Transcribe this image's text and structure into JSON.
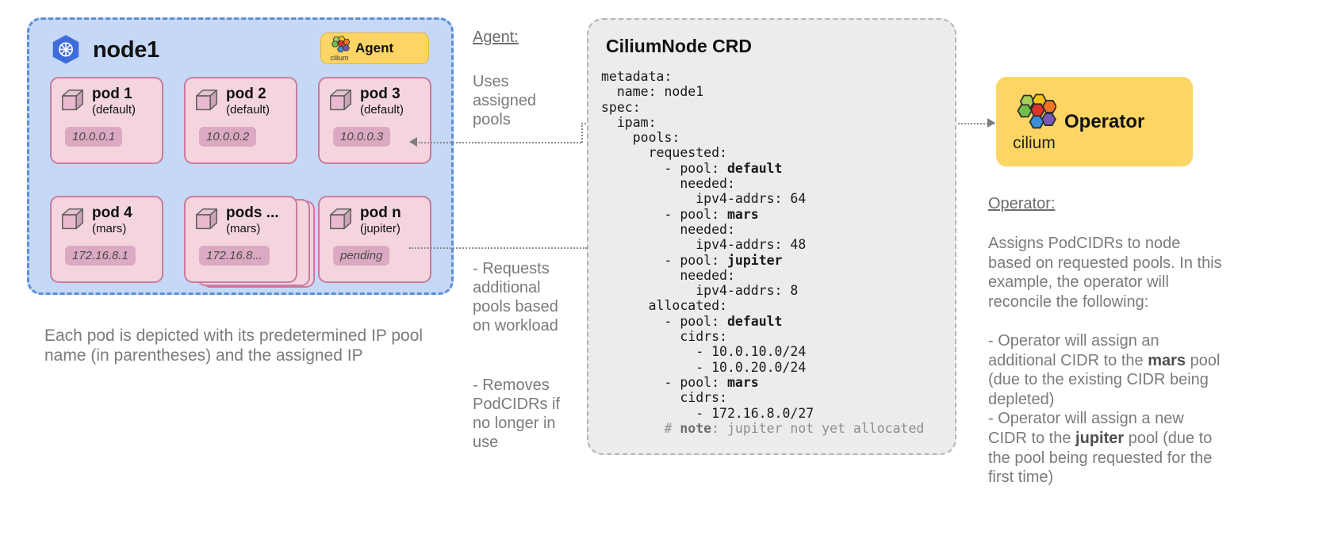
{
  "node": {
    "title": "node1",
    "icon": "kubernetes-icon",
    "agent": {
      "label": "Agent",
      "brand": "cilium"
    },
    "pods": [
      {
        "name": "pod 1",
        "pool": "(default)",
        "ip": "10.0.0.1",
        "stacked": false
      },
      {
        "name": "pod 2",
        "pool": "(default)",
        "ip": "10.0.0.2",
        "stacked": false
      },
      {
        "name": "pod 3",
        "pool": "(default)",
        "ip": "10.0.0.3",
        "stacked": false
      },
      {
        "name": "pod 4",
        "pool": "(mars)",
        "ip": "172.16.8.1",
        "stacked": false
      },
      {
        "name": "pods ...",
        "pool": "(mars)",
        "ip": "172.16.8...",
        "stacked": true
      },
      {
        "name": "pod n",
        "pool": "(jupiter)",
        "ip": "pending",
        "stacked": false
      }
    ],
    "caption": "Each pod is depicted with its predetermined IP pool name (in parentheses) and the assigned IP"
  },
  "agent_notes": {
    "heading": "Agent:",
    "uses": "Uses assigned pools",
    "requests": "- Requests additional pools based on workload",
    "removes": "- Removes PodCIDRs if no longer in use"
  },
  "crd": {
    "title": "CiliumNode CRD",
    "yaml_lines": [
      {
        "text": "metadata:"
      },
      {
        "text": "  name: node1"
      },
      {
        "text": "spec:"
      },
      {
        "text": "  ipam:"
      },
      {
        "text": "    pools:"
      },
      {
        "text": "      requested:"
      },
      {
        "text": "        - pool: ",
        "bold": "default"
      },
      {
        "text": "          needed:"
      },
      {
        "text": "            ipv4-addrs: 64"
      },
      {
        "text": "        - pool: ",
        "bold": "mars"
      },
      {
        "text": "          needed:"
      },
      {
        "text": "            ipv4-addrs: 48"
      },
      {
        "text": "        - pool: ",
        "bold": "jupiter"
      },
      {
        "text": "          needed:"
      },
      {
        "text": "            ipv4-addrs: 8"
      },
      {
        "text": "      allocated:"
      },
      {
        "text": "        - pool: ",
        "bold": "default"
      },
      {
        "text": "          cidrs:"
      },
      {
        "text": "            - 10.0.10.0/24"
      },
      {
        "text": "            - 10.0.20.0/24"
      },
      {
        "text": "        - pool: ",
        "bold": "mars"
      },
      {
        "text": "          cidrs:"
      },
      {
        "text": "            - 172.16.8.0/27"
      },
      {
        "text": "        # ",
        "bold": "note",
        "after": ": jupiter not yet allocated",
        "comment": true
      }
    ]
  },
  "operator": {
    "label": "Operator",
    "brand": "cilium",
    "heading": "Operator:",
    "description": "Assigns PodCIDRs to node based on requested pools. In this example, the operator will reconcile the following:",
    "bullets": [
      {
        "pre": "- Operator will assign an additional CIDR to the ",
        "bold": "mars",
        "post": " pool (due to the existing CIDR being depleted)"
      },
      {
        "pre": "- Operator will assign a new CIDR to the ",
        "bold": "jupiter",
        "post": " pool (due to the pool being requested for the first time)"
      }
    ]
  },
  "colors": {
    "node_bg": "#c5d9f7",
    "node_border": "#5b8dd9",
    "pod_bg": "#f4d5de",
    "pod_border": "#c97ba0",
    "ip_chip": "#dba9c1",
    "accent_yellow": "#fcd565",
    "crd_bg": "#ececec",
    "muted_text": "#7b7b7b"
  }
}
